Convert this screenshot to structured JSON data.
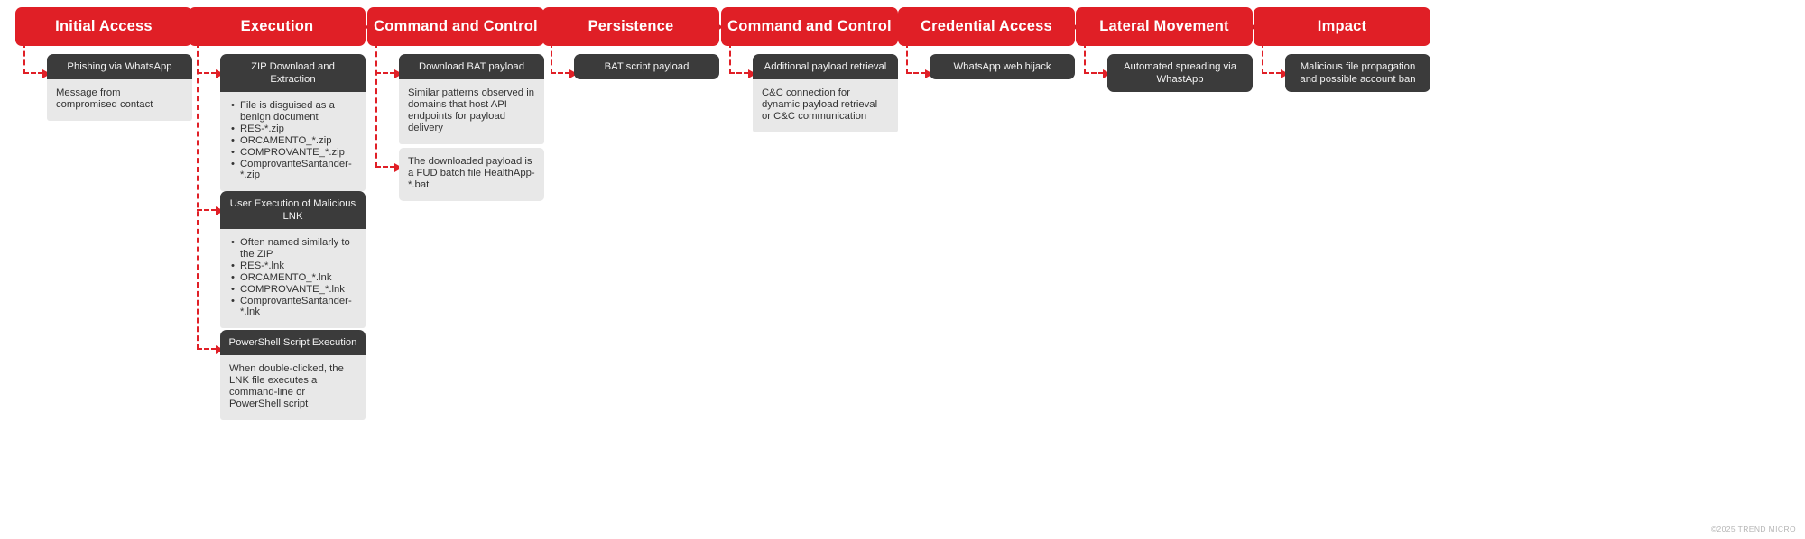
{
  "meta": {
    "footer_credit": "©2025 TREND MICRO",
    "accent_red": "#e01f26",
    "card_title_bg": "#3b3b3b",
    "card_body_bg": "#e8e8e8"
  },
  "columns": [
    {
      "stage": "Initial Access",
      "cards": [
        {
          "title": "Phishing via WhatsApp",
          "body_type": "paragraph",
          "body": [
            "Message from compromised contact"
          ]
        }
      ]
    },
    {
      "stage": "Execution",
      "cards": [
        {
          "title": "ZIP Download and Extraction",
          "body_type": "bullets",
          "body": [
            "File is disguised as a benign document",
            "RES-*.zip",
            "ORCAMENTO_*.zip",
            "COMPROVANTE_*.zip",
            "ComprovanteSantander-*.zip"
          ]
        },
        {
          "title": "User Execution of Malicious LNK",
          "body_type": "bullets",
          "body": [
            "Often named similarly to the ZIP",
            "RES-*.lnk",
            "ORCAMENTO_*.lnk",
            "COMPROVANTE_*.lnk",
            "ComprovanteSantander-*.lnk"
          ]
        },
        {
          "title": "PowerShell Script Execution",
          "body_type": "paragraph",
          "body": [
            "When double-clicked, the LNK file executes a command-line or PowerShell script"
          ]
        }
      ]
    },
    {
      "stage": "Command and Control",
      "cards": [
        {
          "title": "Download BAT payload",
          "body_type": "paragraph",
          "body": [
            "Similar patterns observed in domains that host API endpoints for payload delivery"
          ]
        },
        {
          "title": null,
          "body_type": "paragraph",
          "body": [
            "The downloaded payload is a FUD batch file HealthApp-*.bat"
          ]
        }
      ]
    },
    {
      "stage": "Persistence",
      "cards": [
        {
          "title": "BAT script payload",
          "body_type": "none",
          "body": []
        }
      ]
    },
    {
      "stage": "Command and Control",
      "cards": [
        {
          "title": "Additional payload retrieval",
          "body_type": "paragraph",
          "body": [
            "C&C connection for dynamic payload retrieval or C&C communication"
          ]
        }
      ]
    },
    {
      "stage": "Credential Access",
      "cards": [
        {
          "title": "WhatsApp web hijack",
          "body_type": "none",
          "body": []
        }
      ]
    },
    {
      "stage": "Lateral Movement",
      "cards": [
        {
          "title": "Automated spreading via WhastApp",
          "body_type": "none",
          "body": []
        }
      ]
    },
    {
      "stage": "Impact",
      "cards": [
        {
          "title": "Malicious file propagation and possible account ban",
          "body_type": "none",
          "body": []
        }
      ]
    }
  ]
}
